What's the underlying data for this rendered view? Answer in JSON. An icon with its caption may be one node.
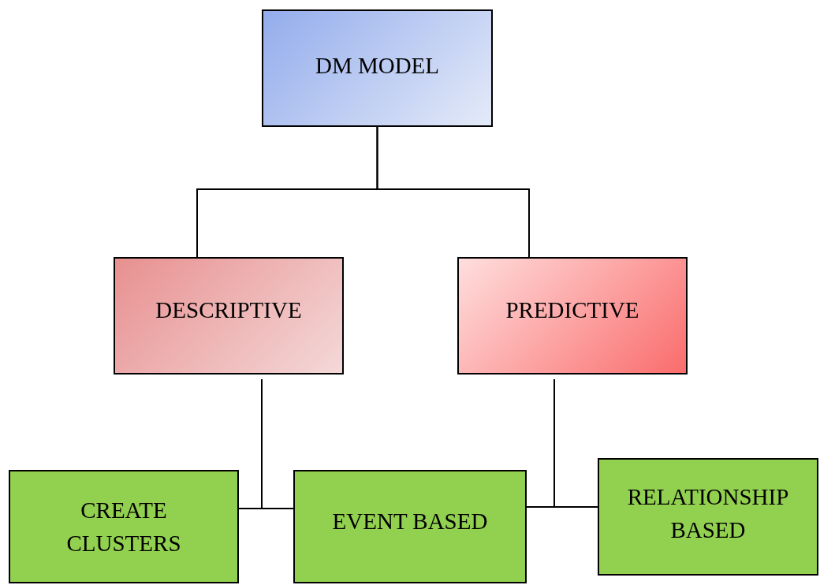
{
  "diagram": {
    "nodes": [
      {
        "text": [
          "DM MODEL"
        ]
      },
      {
        "text": [
          "DESCRIPTIVE"
        ]
      },
      {
        "text": [
          "PREDICTIVE"
        ]
      },
      {
        "text": [
          "CREATE CLUSTERS"
        ]
      },
      {
        "text": [
          "EVENT BASED"
        ]
      },
      {
        "text": [
          "RELATIONSHIP BASED"
        ]
      }
    ],
    "edges": [
      {
        "from": 0,
        "to": 1,
        "arrow": "none"
      },
      {
        "from": 0,
        "to": 2,
        "arrow": "none"
      },
      {
        "from": 1,
        "to": 3,
        "arrow": "none"
      },
      {
        "from": 1,
        "to": 4,
        "arrow": "none"
      },
      {
        "from": 2,
        "to": 4,
        "arrow": "none"
      },
      {
        "from": 2,
        "to": 5,
        "arrow": "none"
      }
    ]
  }
}
